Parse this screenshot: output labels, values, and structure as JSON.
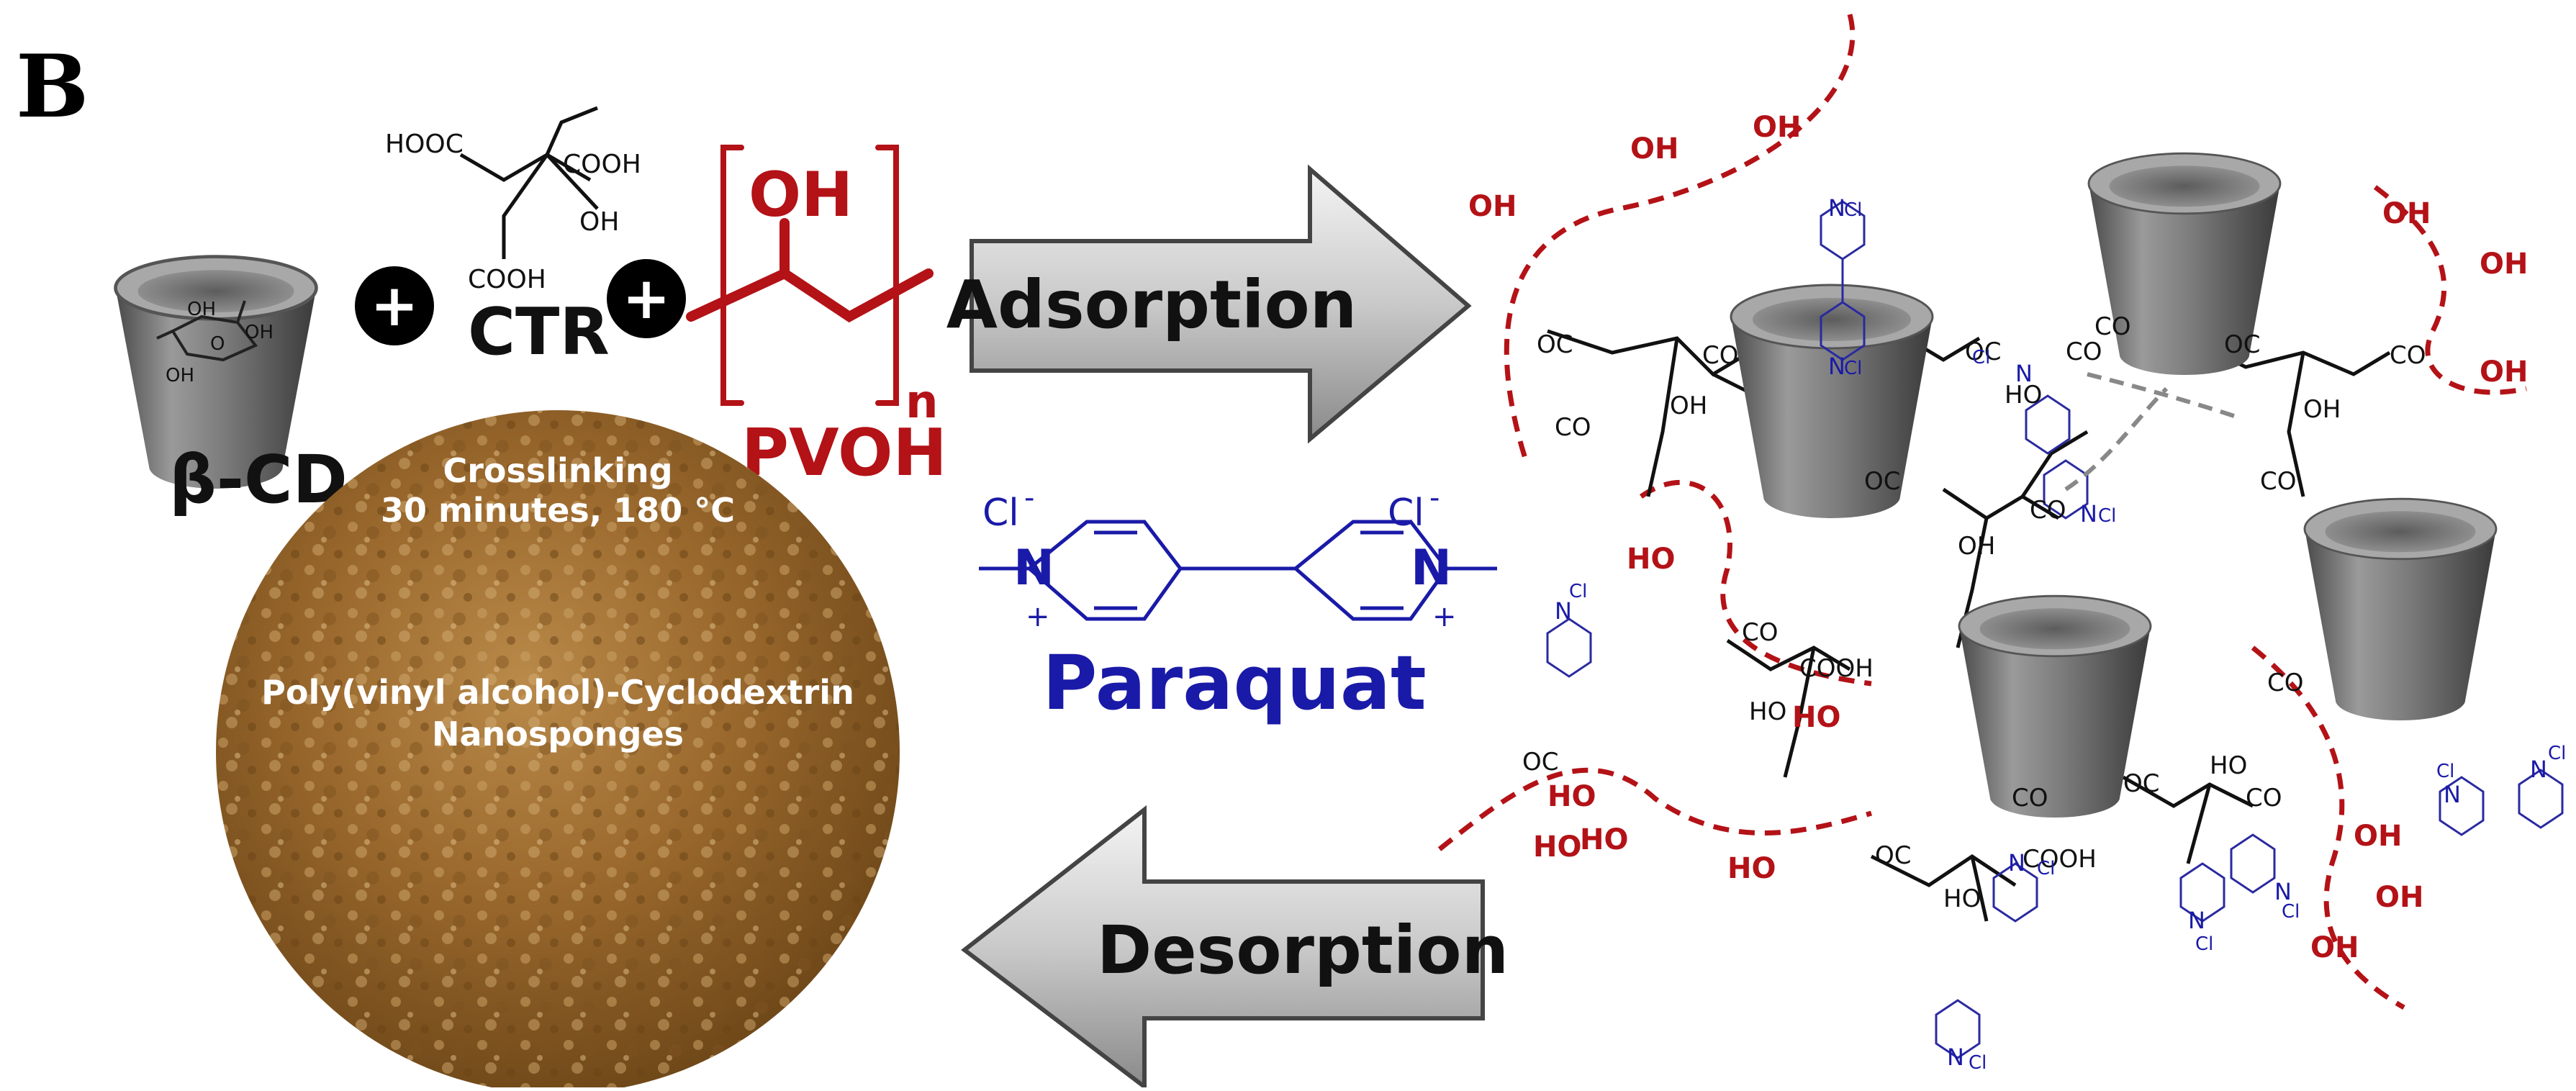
{
  "panel_label": "B",
  "reactants": {
    "cd": "β-CD",
    "plus": "+",
    "ctr": "CTR",
    "ctr_groups": {
      "hooc": "HOOC",
      "cooh": "COOH",
      "oh": "OH",
      "cooh2": "COOH"
    },
    "cd_ring_oh": "OH",
    "cd_ring_o": "O",
    "pvoh_oh": "OH",
    "pvoh": "PVOH",
    "pvoh_n": "n"
  },
  "photo": {
    "line1": "Crosslinking",
    "line2": "30 minutes, 180 °C",
    "line3": "Poly(vinyl alcohol)-Cyclodextrin",
    "line4": "Nanosponges"
  },
  "arrows": {
    "adsorption": "Adsorption",
    "desorption": "Desorption"
  },
  "paraquat": {
    "name": "Paraquat",
    "n": "N",
    "plus": "+",
    "cl": "Cl",
    "minus": "-"
  },
  "network": {
    "oh": "OH",
    "ho": "HO",
    "co": "CO",
    "oc": "OC",
    "cooh": "COOH",
    "n": "N",
    "cl": "Cl"
  },
  "colors": {
    "pvoh_red": "#b31217",
    "paraquat_blue": "#1a1aa8",
    "cup_grey": "#7d7d7d",
    "arrow_grey": "#c8c8c8",
    "photo_brown": "#9a6a2c"
  }
}
